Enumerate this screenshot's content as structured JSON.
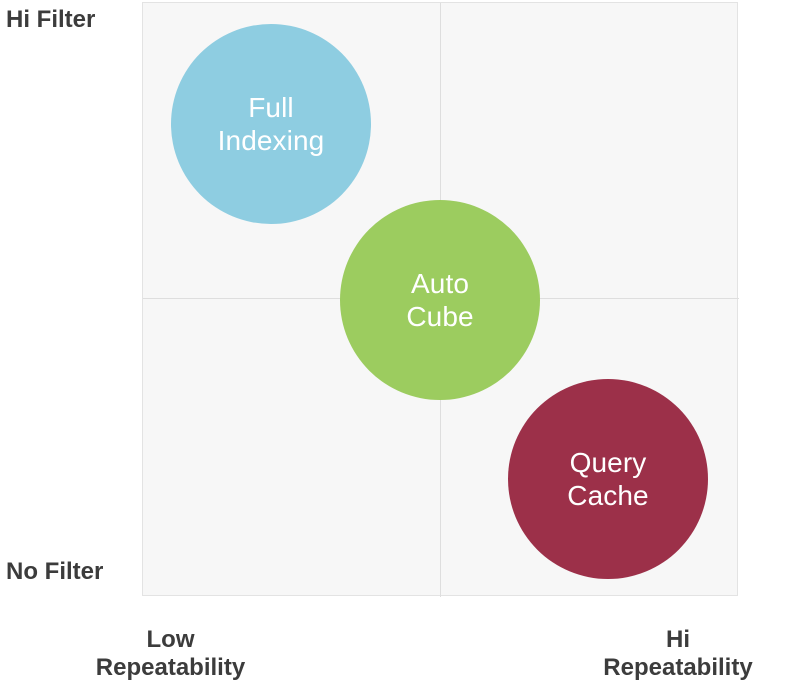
{
  "chart_data": {
    "type": "scatter",
    "title": "",
    "subtitle": "",
    "xlabel": "Repeatability",
    "ylabel": "Filter",
    "xlim": [
      0,
      100
    ],
    "ylim": [
      0,
      100
    ],
    "grid": true,
    "legend": "none",
    "quadrant_grid": {
      "x_divider": 50,
      "y_divider": 50
    },
    "axis_ends": {
      "y_high": "Hi Filter",
      "y_low": "No Filter",
      "x_low": "Low\nRepeatability",
      "x_high": "Hi\nRepeatability"
    },
    "points": [
      {
        "label": "Full\nIndexing",
        "name": "Full Indexing",
        "x": 21,
        "y": 79,
        "size": 200,
        "color": "#8ecde1",
        "text_color": "#ffffff"
      },
      {
        "label": "Auto\nCube",
        "name": "Auto Cube",
        "x": 50,
        "y": 50,
        "size": 200,
        "color": "#9ccc5f",
        "text_color": "#ffffff"
      },
      {
        "label": "Query\nCache",
        "name": "Query Cache",
        "x": 78,
        "y": 20,
        "size": 200,
        "color": "#9c3049",
        "text_color": "#ffffff"
      }
    ],
    "colors": {
      "plot_background": "#f7f7f7",
      "plot_border": "#e3e3e3",
      "gridline": "#dedede",
      "page_background": "#ffffff",
      "label_text": "#3c3c3c"
    }
  },
  "bubbles": [
    {
      "label": "Full\nIndexing",
      "left": 171,
      "top": 24,
      "diameter": 200,
      "color": "#8ecde1"
    },
    {
      "label": "Auto\nCube",
      "left": 340,
      "top": 200,
      "diameter": 200,
      "color": "#9ccc5f"
    },
    {
      "label": "Query\nCache",
      "left": 508,
      "top": 379,
      "diameter": 200,
      "color": "#9c3049"
    }
  ],
  "axis": {
    "y_high_label": "Hi Filter",
    "y_low_label": "No Filter",
    "x_low_label": "Low\nRepeatability",
    "x_high_label": "Hi\nRepeatability"
  }
}
